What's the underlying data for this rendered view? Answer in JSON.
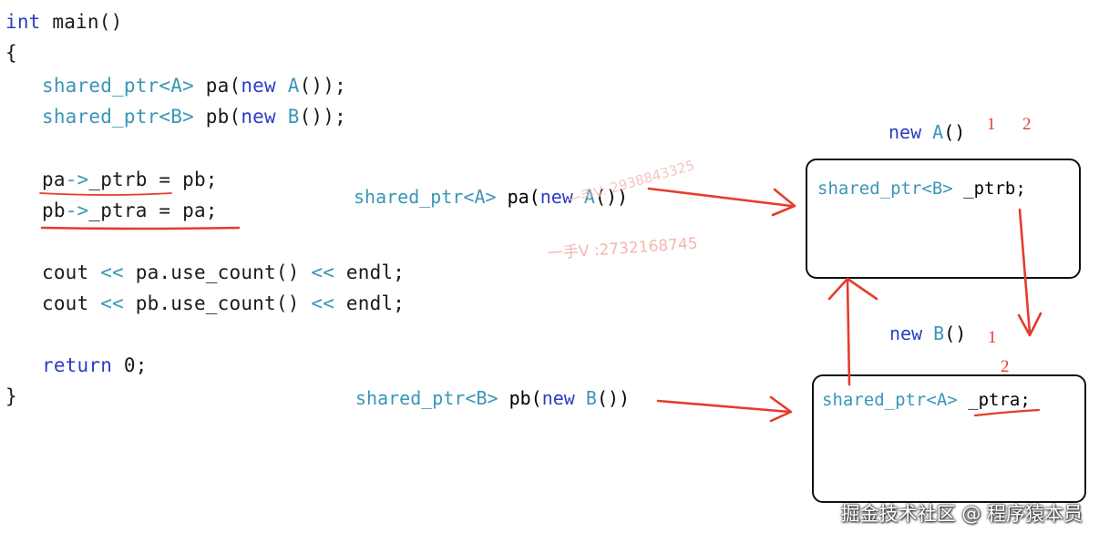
{
  "code": {
    "sig_kw": "int",
    "sig_rest": " main()",
    "open_brace": "{",
    "line1": {
      "type": "shared_ptr<A>",
      "var": " pa(",
      "kw": "new",
      "cls": " A",
      "end": "());"
    },
    "line2": {
      "type": "shared_ptr<B>",
      "var": " pb(",
      "kw": "new",
      "cls": " B",
      "end": "());"
    },
    "line3": {
      "a": "pa",
      "arrow": "->",
      "b": "_ptrb = pb;"
    },
    "line4": {
      "a": "pb",
      "arrow": "->",
      "b": "_ptra = pa;"
    },
    "line5": {
      "a": "cout ",
      "op1": "<<",
      "b": " pa.use_count() ",
      "op2": "<<",
      "c": " endl;"
    },
    "line6": {
      "a": "cout ",
      "op1": "<<",
      "b": " pb.use_count() ",
      "op2": "<<",
      "c": " endl;"
    },
    "line7": {
      "kw": "return",
      "rest": " 0;"
    },
    "close_brace": "}"
  },
  "diagram": {
    "label_a": {
      "type": "shared_ptr<A>",
      "var": " pa(",
      "kw": "new",
      "cls": " A",
      "end": "())"
    },
    "label_b": {
      "type": "shared_ptr<B>",
      "var": " pb(",
      "kw": "new",
      "cls": " B",
      "end": "())"
    },
    "title_a": {
      "kw": "new",
      "cls": " A",
      "end": "()"
    },
    "title_b": {
      "kw": "new",
      "cls": " B",
      "end": "()"
    },
    "box_a_member": {
      "type": "shared_ptr<B>",
      "var": " _ptrb;"
    },
    "box_b_member": {
      "type": "shared_ptr<A>",
      "var": " _ptra;"
    },
    "count_a_1": "1",
    "count_a_2": "2",
    "count_b_1": "1",
    "count_b_2": "2"
  },
  "watermarks": {
    "w1": "一手V: 2938843325",
    "w2": "一手V :2732168745"
  },
  "footer": "掘金技术社区 @ 程序猿本员",
  "colors": {
    "keyword": "#2b3ec2",
    "type": "#3a96b8",
    "annotation_red": "#e53c2c"
  }
}
